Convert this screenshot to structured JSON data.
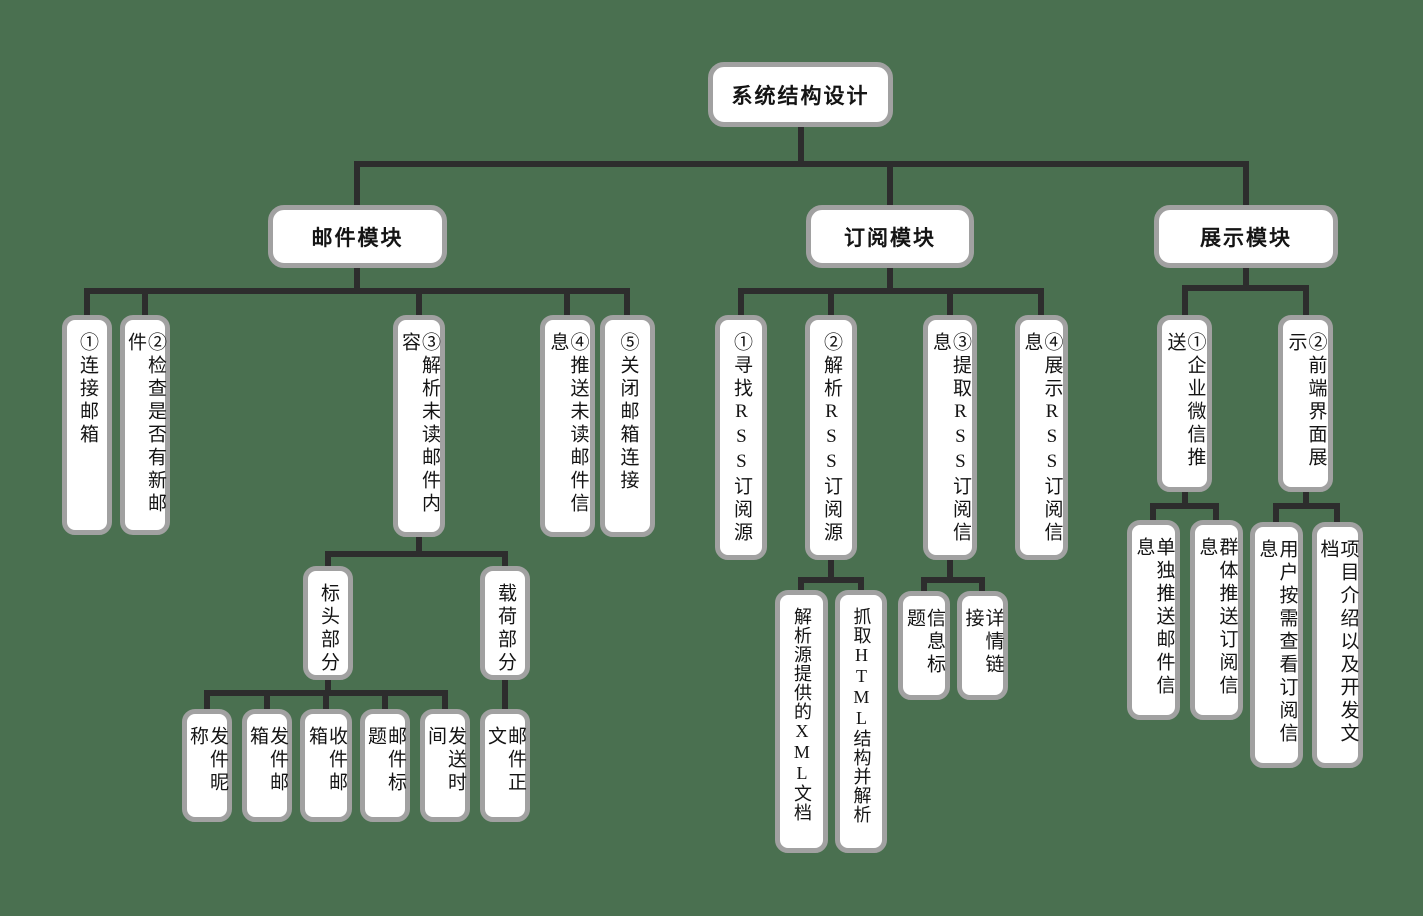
{
  "title": "系统结构设计",
  "modules": {
    "mail": {
      "label": "邮件模块",
      "children": {
        "connect": "①连接邮箱",
        "check": "②检查是否有新邮件",
        "parse": "③解析未读邮件内容",
        "push": "④推送未读邮件信息",
        "close": "⑤关闭邮箱连接"
      },
      "parse_parts": {
        "header": "标头部分",
        "payload": "载荷部分"
      },
      "header_fields": {
        "sender_nickname": "发件昵称",
        "sender_mailbox": "发件邮箱",
        "recipient_mailbox": "收件邮箱",
        "mail_subject": "邮件标题",
        "send_time": "发送时间"
      },
      "payload_fields": {
        "mail_body": "邮件正文"
      }
    },
    "subscription": {
      "label": "订阅模块",
      "children": {
        "find": "①寻找RSS订阅源",
        "parse": "②解析RSS订阅源",
        "extract": "③提取RSS订阅信息",
        "show": "④展示RSS订阅信息"
      },
      "parse_methods": {
        "xml": "解析源提供的XML文档",
        "html": "抓取HTML结构并解析"
      },
      "extract_fields": {
        "info_title": "信息标题",
        "detail_link": "详情链接"
      }
    },
    "display": {
      "label": "展示模块",
      "children": {
        "wechat_push": "①企业微信推送",
        "frontend_ui": "②前端界面展示"
      },
      "wechat_children": {
        "single_push": "单独推送邮件信息",
        "group_push": "群体推送订阅信息"
      },
      "frontend_children": {
        "on_demand_view": "用户按需查看订阅信息",
        "project_docs": "项目介绍以及开发文档"
      }
    }
  },
  "colors": {
    "background": "#4A7050",
    "node_fill": "#FFFFFF",
    "node_border": "#A1A1A1",
    "connector": "#2D2D2D",
    "text": "#141414"
  }
}
